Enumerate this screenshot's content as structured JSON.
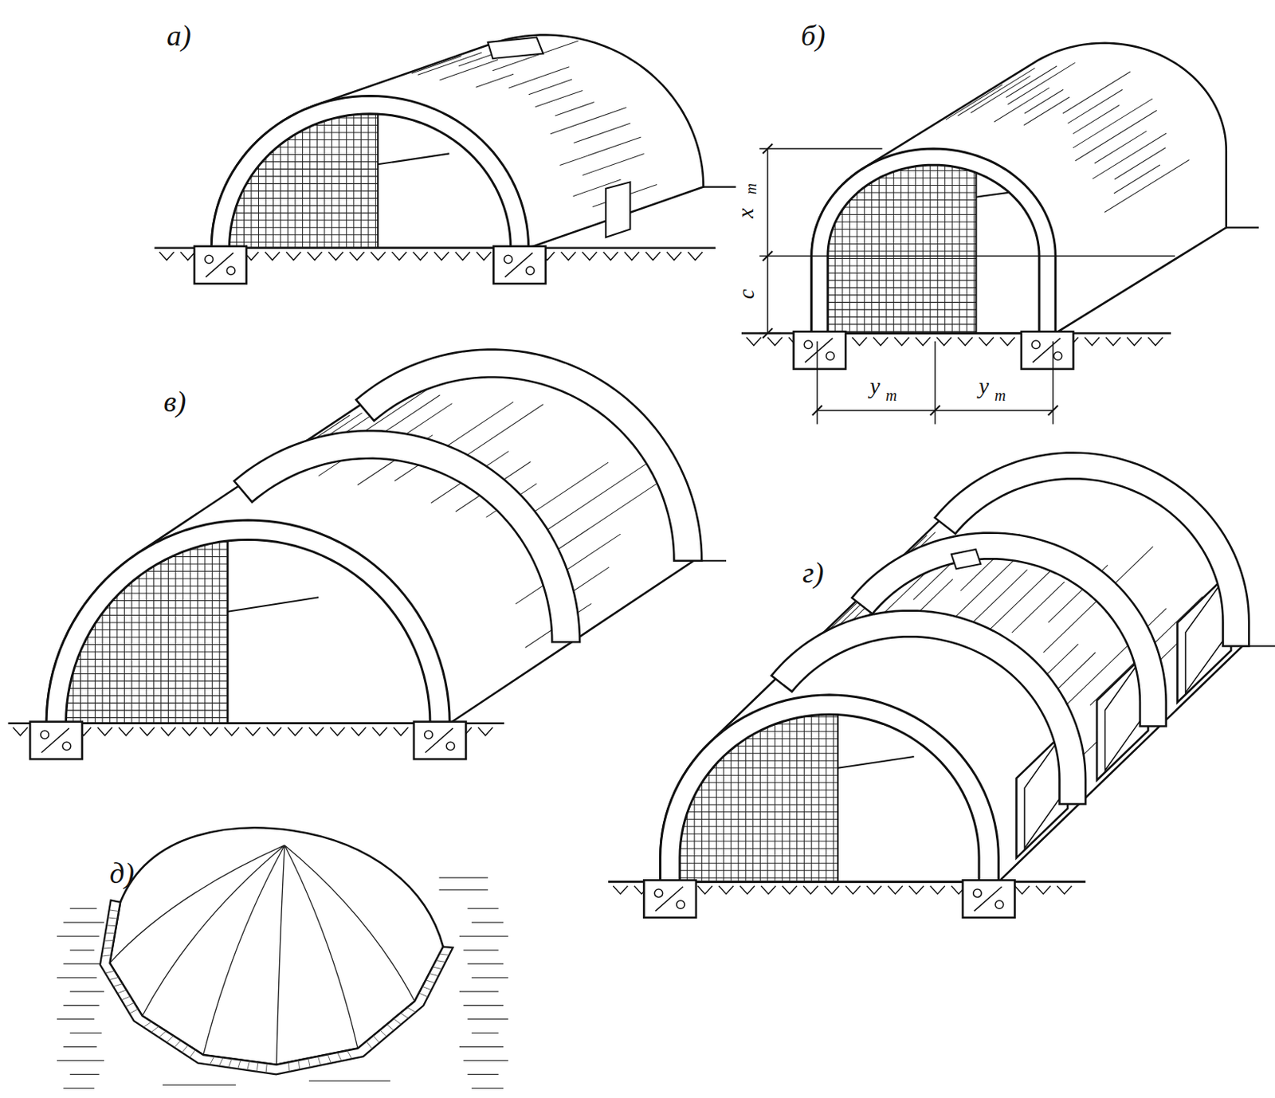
{
  "diagram": {
    "labels": [
      "а)",
      "б)",
      "x",
      "m",
      "c",
      "y",
      "m",
      "y",
      "m",
      "в)",
      "г)",
      "д)"
    ]
  }
}
